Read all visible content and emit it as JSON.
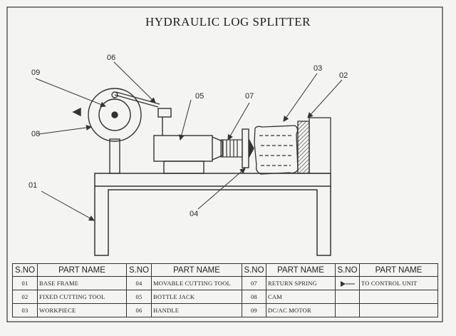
{
  "title": "HYDRAULIC LOG SPLITTER",
  "callouts": [
    "01",
    "02",
    "03",
    "04",
    "05",
    "06",
    "07",
    "08",
    "09"
  ],
  "table": {
    "headers": [
      "S.NO",
      "PART NAME",
      "S.NO",
      "PART NAME",
      "S.NO",
      "PART NAME",
      "S.NO",
      "PART NAME"
    ],
    "rows": [
      [
        "01",
        "BASE FRAME",
        "04",
        "MOVABLE CUTTING TOOL",
        "07",
        "RETURN SPRING",
        "",
        "TO CONTROL UNIT"
      ],
      [
        "02",
        "FIXED CUTTING TOOL",
        "05",
        "BOTTLE JACK",
        "08",
        "CAM",
        "",
        ""
      ],
      [
        "03",
        "WORKPIECE",
        "06",
        "HANDLE",
        "09",
        "DC/AC MOTOR",
        "",
        ""
      ]
    ]
  },
  "symbols": {
    "control_unit": "arrow-right-icon"
  }
}
